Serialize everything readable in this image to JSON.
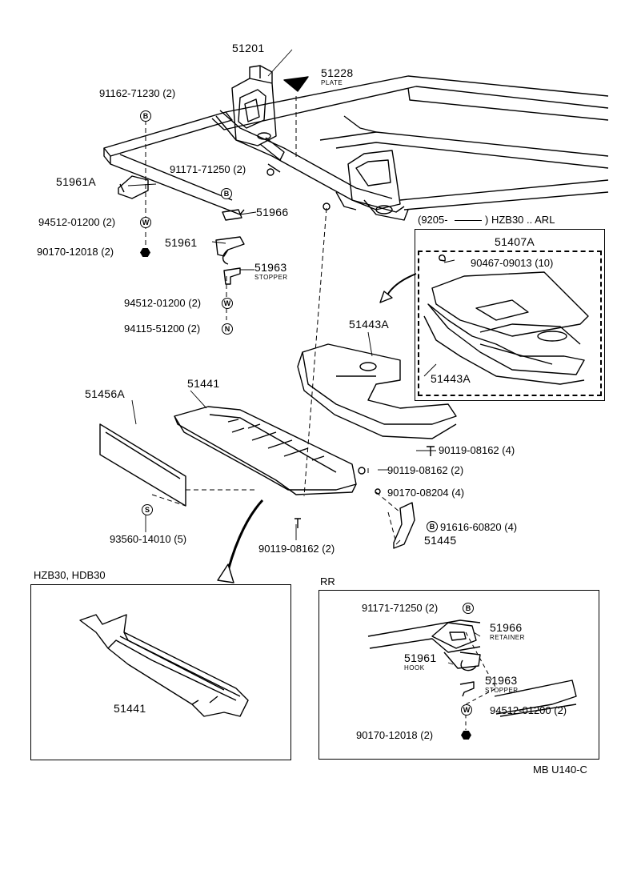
{
  "diagram": {
    "parts": {
      "p51201": "51201",
      "p51228": "51228",
      "plate": "PLATE",
      "p91162": "91162-71230 (2)",
      "p91171": "91171-71250 (2)",
      "p51961A": "51961A",
      "p94512a": "94512-01200 (2)",
      "p90170a": "90170-12018 (2)",
      "p51966": "51966",
      "p51961": "51961",
      "p51963": "51963",
      "stopper": "STOPPER",
      "p94512b": "94512-01200 (2)",
      "p94115": "94115-51200 (2)",
      "p51443A_top": "51443A",
      "p51441": "51441",
      "p51456A": "51456A",
      "p90119a": "90119-08162 (4)",
      "p90119b": "90119-08162 (2)",
      "p90170b": "90170-08204 (4)",
      "p91616": "91616-60820 (4)",
      "p51445": "51445",
      "p93560": "93560-14010 (5)",
      "p90119c": "90119-08162 (2)"
    },
    "variant": {
      "date_label": "(9205-",
      "date_close": ") HZB30 .. ARL",
      "p51407A": "51407A",
      "p90467": "90467-09013 (10)",
      "p51443A_inset": "51443A"
    },
    "inset_left": {
      "title": "HZB30, HDB30",
      "p51441": "51441"
    },
    "inset_right": {
      "title": "RR",
      "p91171": "91171-71250 (2)",
      "p51966": "51966",
      "retainer": "RETAINER",
      "p51961": "51961",
      "hook": "HOOK",
      "p51963": "51963",
      "stopper": "STOPPER",
      "p94512": "94512-01200 (2)",
      "p90170": "90170-12018 (2)"
    },
    "badges": {
      "b": "B",
      "w": "W",
      "n": "N",
      "s": "S"
    },
    "footer_code": "MB U140-C"
  }
}
